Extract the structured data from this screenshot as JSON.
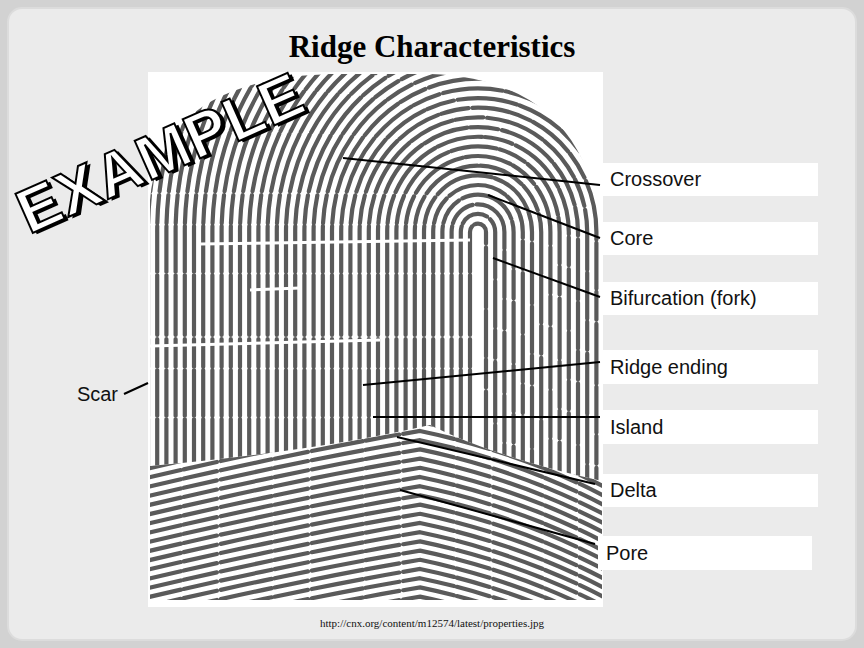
{
  "diagram": {
    "title": "Ridge Characteristics",
    "caption": "http://cnx.org/content/m12574/latest/properties.jpg",
    "nodes": [
      {
        "text": [
          "Crossover"
        ]
      },
      {
        "text": [
          "Core"
        ]
      },
      {
        "text": [
          "Bifurcation (fork)"
        ]
      },
      {
        "text": [
          "Ridge ending"
        ]
      },
      {
        "text": [
          "Island"
        ]
      },
      {
        "text": [
          "Delta"
        ]
      },
      {
        "text": [
          "Pore"
        ]
      }
    ],
    "labels": [
      "EXAMPLE",
      "Scar"
    ]
  }
}
